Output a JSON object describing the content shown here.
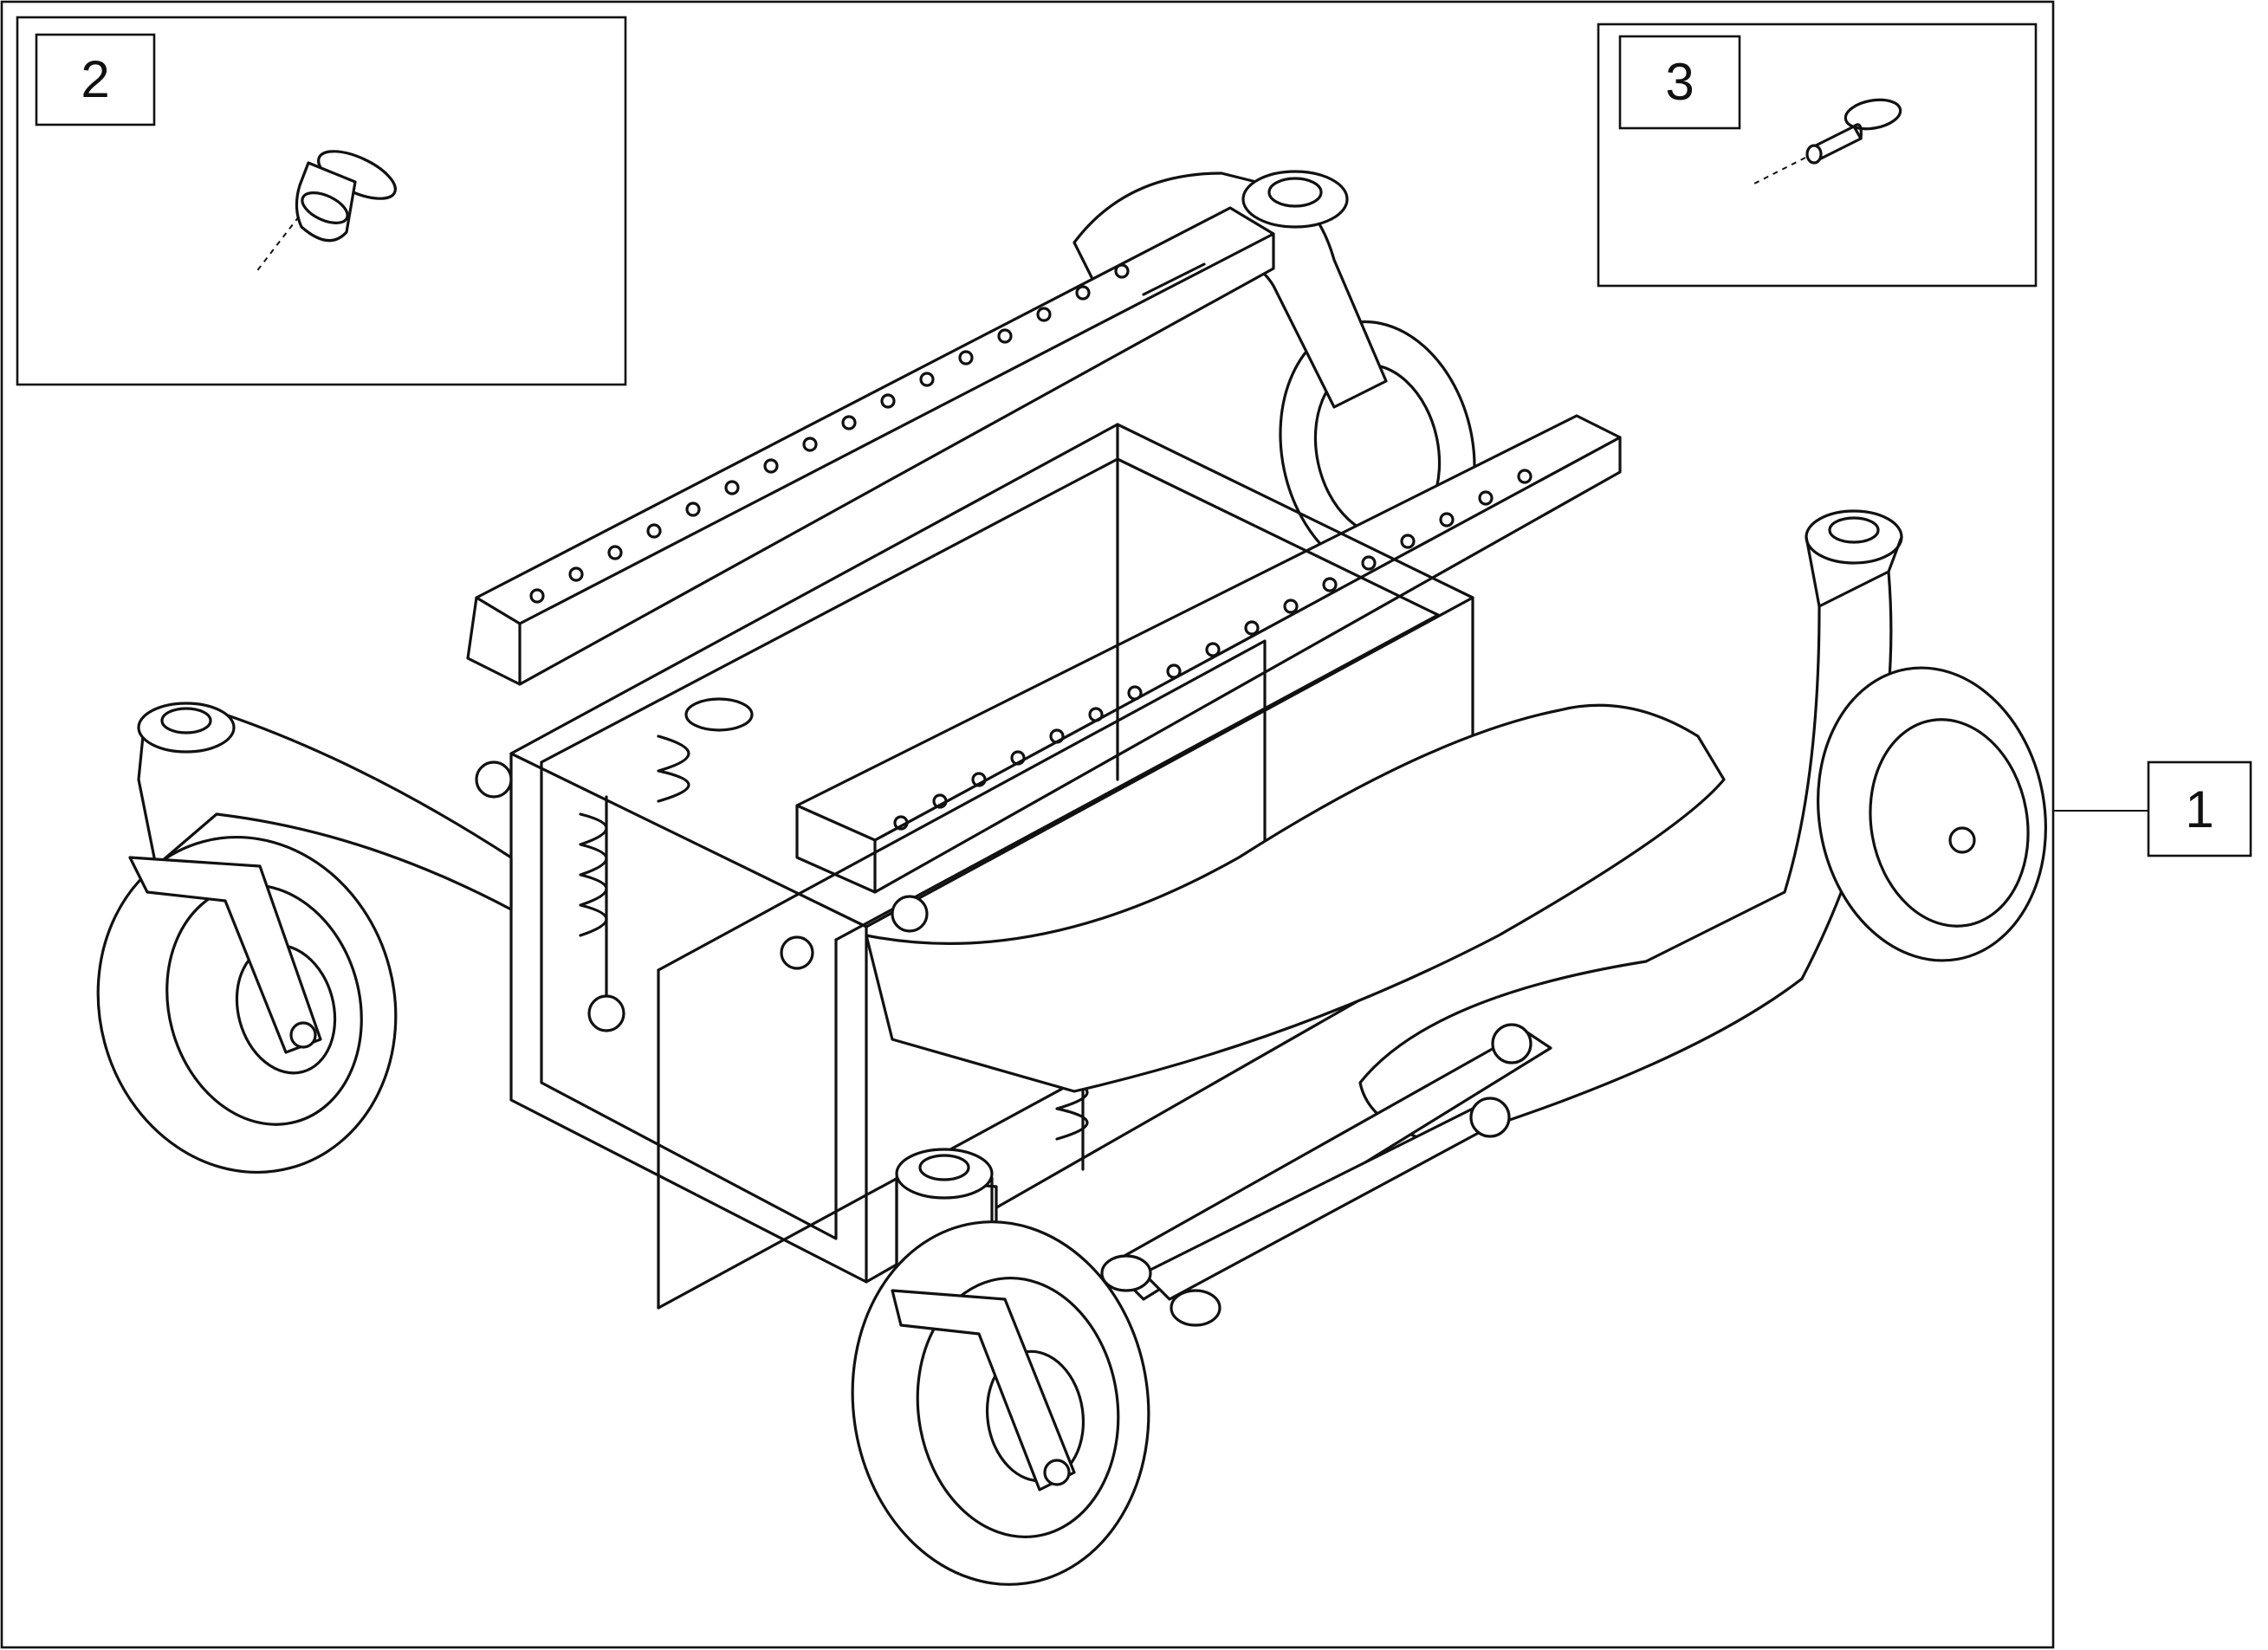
{
  "callouts": {
    "main_assembly": "1",
    "detail_a": "2",
    "detail_b": "3"
  },
  "colors": {
    "line": "#111111",
    "background": "#ffffff"
  }
}
